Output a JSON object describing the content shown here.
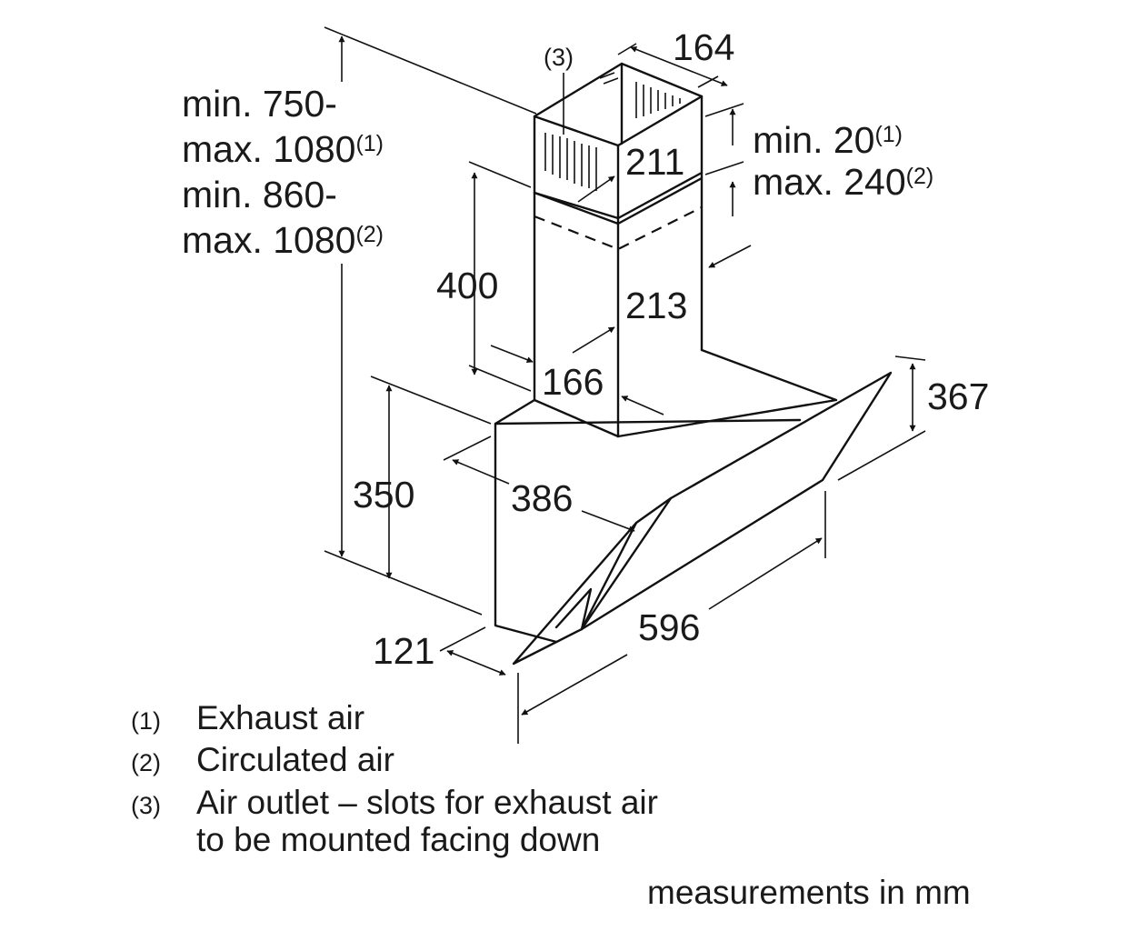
{
  "dimensions": {
    "d164": "164",
    "d211": "211",
    "d400": "400",
    "d213": "213",
    "d166": "166",
    "d367": "367",
    "d350": "350",
    "d386": "386",
    "d596": "596",
    "d121": "121"
  },
  "callout_3": "(3)",
  "height_range": {
    "line1": "min. 750-",
    "line2": "max. 1080",
    "sup2": "(1)",
    "line3": "min. 860-",
    "line4": "max. 1080",
    "sup4": "(2)"
  },
  "chimney_gap": {
    "line1": "min. 20",
    "sup1": "(1)",
    "line2": "max. 240",
    "sup2": "(2)"
  },
  "legend": [
    {
      "marker": "(1)",
      "text": "Exhaust air"
    },
    {
      "marker": "(2)",
      "text": "Circulated air"
    },
    {
      "marker": "(3)",
      "text": "Air outlet – slots for exhaust air",
      "text2": "to be mounted facing down"
    }
  ],
  "footer": "measurements in mm"
}
